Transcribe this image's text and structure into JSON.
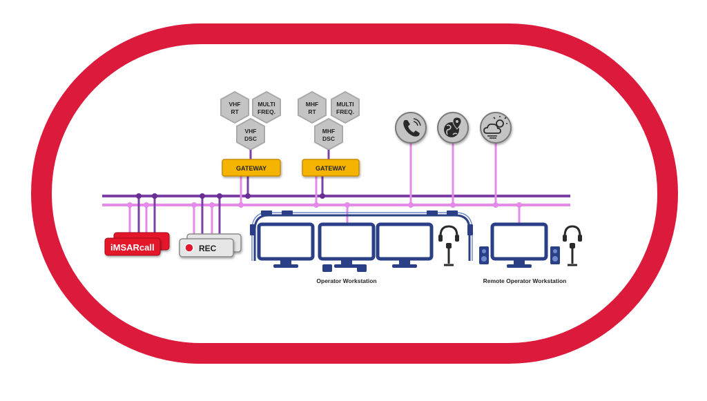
{
  "colors": {
    "frame": "#dc1a3c",
    "bus_dark": "#7b3fa6",
    "bus_light": "#e58ae8",
    "node_dark": "#6a2f96",
    "hex_fill": "#c4c4c4",
    "hex_stroke": "#a9a9a9",
    "gateway_fill": "#f5b400",
    "gateway_stroke": "#c98a00",
    "monitor": "#2a3f86",
    "brand_red": "#e4162b",
    "rec_fill": "#e6e6e6",
    "rec_dot": "#e4162b"
  },
  "radio_groups": [
    {
      "hex_top_left": [
        "VHF",
        "RT"
      ],
      "hex_top_right": [
        "MULTI",
        "FREQ."
      ],
      "hex_bottom": [
        "VHF",
        "DSC"
      ],
      "gateway": "GATEWAY"
    },
    {
      "hex_top_left": [
        "MHF",
        "RT"
      ],
      "hex_top_right": [
        "MULTI",
        "FREQ."
      ],
      "hex_bottom": [
        "MHF",
        "DSC"
      ],
      "gateway": "GATEWAY"
    }
  ],
  "service_icons": [
    "phone-icon",
    "globe-location-icon",
    "weather-icon"
  ],
  "imsarcall_label": "iMSARcall",
  "recorder_label": "REC",
  "operator_workstation_label": "Operator Workstation",
  "remote_workstation_label": "Remote Operator Workstation"
}
